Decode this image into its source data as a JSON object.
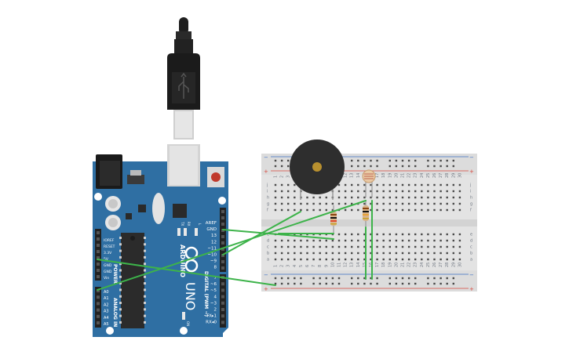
{
  "canvas": {
    "background": "#ffffff"
  },
  "colors": {
    "board": "#2f6fa3",
    "board_dark": "#1e4f78",
    "breadboard": "#e3e3e3",
    "wire": "#3db34a",
    "rail_red": "#d8473d",
    "rail_blue": "#3a6fc4",
    "buzzer": "#2e2e2e",
    "usb_cable": "#1f1f1f"
  },
  "arduino": {
    "logo_text": "ARDUINO",
    "model": "UNO",
    "digital_label": "DIGITAL (PWM ~)",
    "analog_label": "ANALOG IN",
    "power_label": "POWER",
    "on_label": "ON",
    "tx_label": "TX",
    "rx_label": "RX",
    "l_label": "L",
    "top_pins": [
      "AREF",
      "GND",
      "13",
      "12",
      "~11",
      "~10",
      "~9",
      "8"
    ],
    "bottom_pins": [
      "7",
      "~6",
      "~5",
      "4",
      "~3",
      "2",
      "TX▸1",
      "RX◂0"
    ],
    "power_pins": [
      "IOREF",
      "RESET",
      "3.3V",
      "5V",
      "GND",
      "GND",
      "Vin"
    ],
    "analog_pins": [
      "A0",
      "A1",
      "A2",
      "A3",
      "A4",
      "A5"
    ]
  },
  "breadboard": {
    "columns": [
      "1",
      "2",
      "3",
      "4",
      "5",
      "6",
      "7",
      "8",
      "9",
      "10",
      "11",
      "12",
      "13",
      "14",
      "15",
      "16",
      "17",
      "18",
      "19",
      "20",
      "21",
      "22",
      "23",
      "24",
      "25",
      "26",
      "27",
      "28",
      "29",
      "30"
    ],
    "rows_top": [
      "j",
      "i",
      "h",
      "g",
      "f"
    ],
    "rows_bottom": [
      "e",
      "d",
      "c",
      "b",
      "a"
    ],
    "rail_plus": "+",
    "rail_minus": "−"
  },
  "components": [
    {
      "name": "piezo-buzzer",
      "icon": "buzzer-icon"
    },
    {
      "name": "photoresistor",
      "icon": "photoresistor-icon"
    },
    {
      "name": "resistor-1",
      "icon": "resistor-icon"
    },
    {
      "name": "resistor-2",
      "icon": "resistor-icon"
    },
    {
      "name": "usb-cable",
      "icon": "usb-plug-icon"
    }
  ]
}
